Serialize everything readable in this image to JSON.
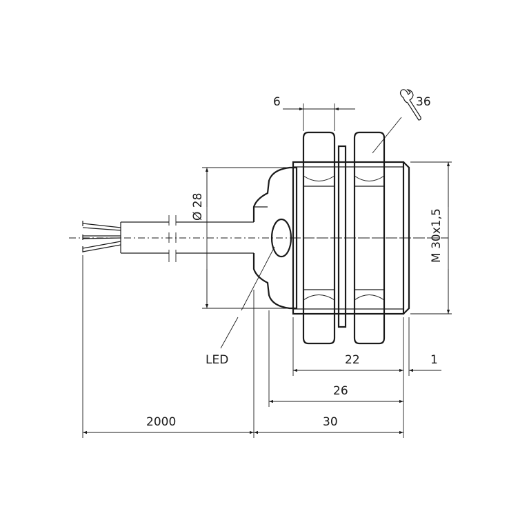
{
  "drawing": {
    "dimensions": {
      "nut_width": "6",
      "wrench_size": "36",
      "diameter": "Ø 28",
      "thread": "M 30x1,5",
      "thread_length": "22",
      "thread_end": "1",
      "housing_length": "26",
      "total_length": "30",
      "cable_length": "2000"
    },
    "labels": {
      "led": "LED"
    },
    "icons": [
      "wrench-icon"
    ],
    "colors": {
      "line": "#1a1a1a",
      "background": "#ffffff"
    }
  }
}
